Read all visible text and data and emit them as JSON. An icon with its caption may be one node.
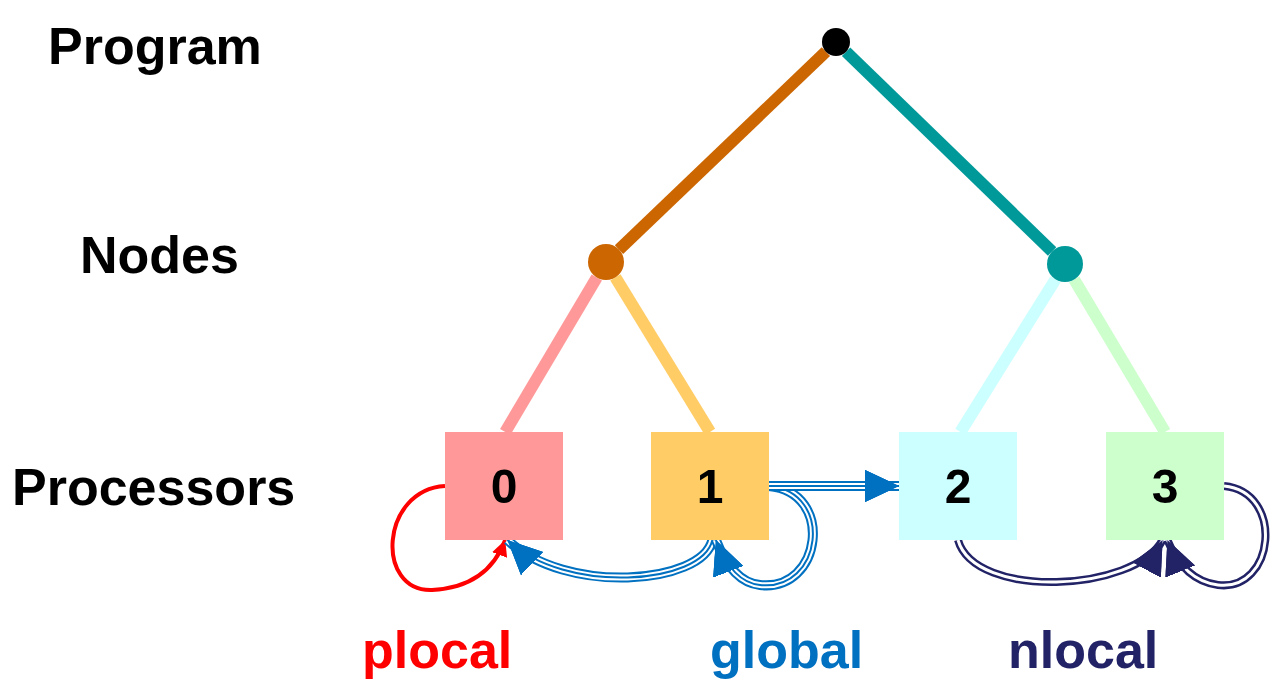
{
  "diagram": {
    "nodes": [
      {
        "text": [],
        "shape": "circle"
      },
      {
        "text": [],
        "shape": "circle"
      },
      {
        "text": [],
        "shape": "circle"
      },
      {
        "text": [
          "0"
        ]
      },
      {
        "text": [
          "1"
        ]
      },
      {
        "text": [
          "2"
        ]
      },
      {
        "text": [
          "3"
        ]
      }
    ],
    "edges": [
      {
        "from": 0,
        "to": 1,
        "arrow": "none",
        "color": "#cc6600"
      },
      {
        "from": 0,
        "to": 2,
        "arrow": "none",
        "color": "#009999"
      },
      {
        "from": 1,
        "to": 3,
        "arrow": "none",
        "color": "#ff9999"
      },
      {
        "from": 1,
        "to": 4,
        "arrow": "none",
        "color": "#ffcc66"
      },
      {
        "from": 2,
        "to": 5,
        "arrow": "none",
        "color": "#ccffff"
      },
      {
        "from": 2,
        "to": 6,
        "arrow": "none",
        "color": "#ccffcc"
      },
      {
        "from": 3,
        "to": 3,
        "arrow": "to",
        "color": "#ff0000"
      },
      {
        "from": 4,
        "to": 3,
        "arrow": "to",
        "color": "#0070c0"
      },
      {
        "from": 4,
        "to": 4,
        "arrow": "to",
        "color": "#0070c0"
      },
      {
        "from": 4,
        "to": 5,
        "arrow": "to",
        "color": "#0070c0"
      },
      {
        "from": 5,
        "to": 6,
        "arrow": "to",
        "color": "#222266"
      },
      {
        "from": 6,
        "to": 6,
        "arrow": "to",
        "color": "#222266"
      }
    ],
    "labels": [
      "Program",
      "Nodes",
      "Processors",
      "plocal",
      "global",
      "nlocal"
    ]
  }
}
